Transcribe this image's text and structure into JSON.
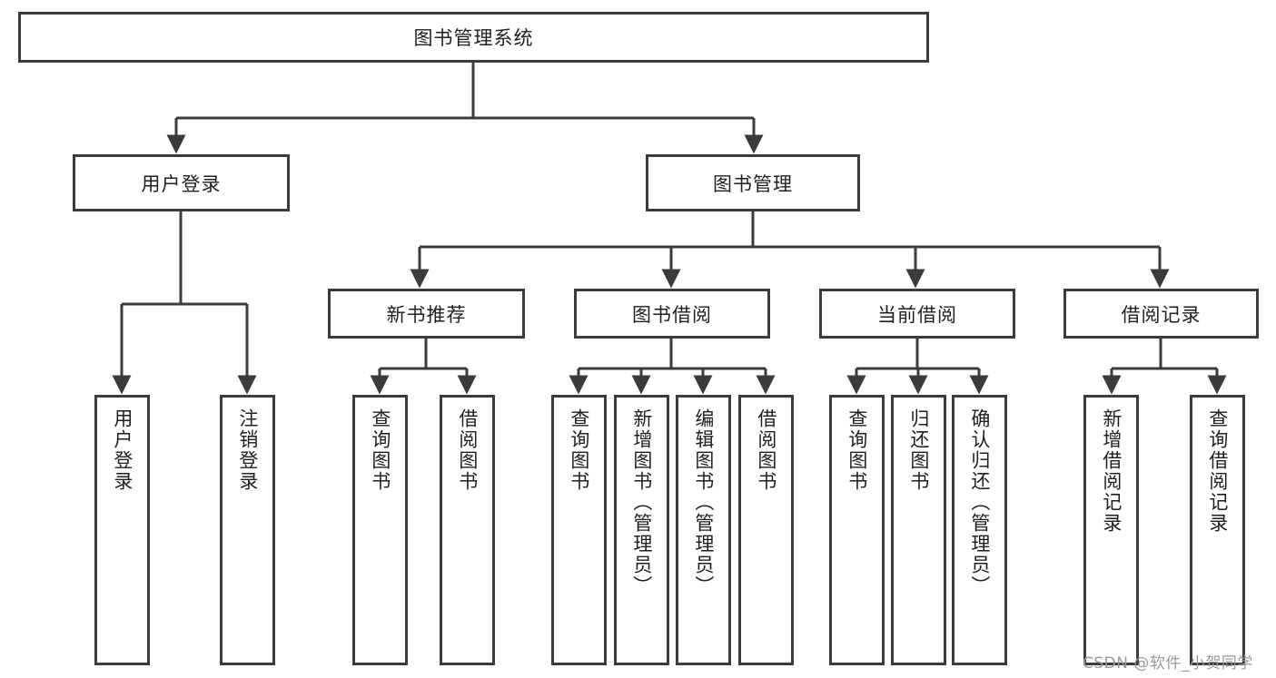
{
  "diagram": {
    "type": "hierarchy-tree",
    "title": "图书管理系统",
    "root": {
      "id": "root",
      "label": "图书管理系统"
    },
    "level2": [
      {
        "id": "user-login",
        "label": "用户登录"
      },
      {
        "id": "book-management",
        "label": "图书管理"
      }
    ],
    "level3": [
      {
        "id": "new-book-recommend",
        "label": "新书推荐",
        "parent": "book-management"
      },
      {
        "id": "book-borrow",
        "label": "图书借阅",
        "parent": "book-management"
      },
      {
        "id": "current-borrow",
        "label": "当前借阅",
        "parent": "book-management"
      },
      {
        "id": "borrow-record",
        "label": "借阅记录",
        "parent": "book-management"
      }
    ],
    "leaves": [
      {
        "id": "leaf-user-login",
        "label": "用户登录",
        "parent": "user-login"
      },
      {
        "id": "leaf-logout",
        "label": "注销登录",
        "parent": "user-login"
      },
      {
        "id": "leaf-query-book-1",
        "label": "查询图书",
        "parent": "new-book-recommend"
      },
      {
        "id": "leaf-borrow-book-1",
        "label": "借阅图书",
        "parent": "new-book-recommend"
      },
      {
        "id": "leaf-query-book-2",
        "label": "查询图书",
        "parent": "book-borrow"
      },
      {
        "id": "leaf-add-book",
        "label": "新增图书（管理员）",
        "parent": "book-borrow"
      },
      {
        "id": "leaf-edit-book",
        "label": "编辑图书（管理员）",
        "parent": "book-borrow"
      },
      {
        "id": "leaf-borrow-book-2",
        "label": "借阅图书",
        "parent": "book-borrow"
      },
      {
        "id": "leaf-query-book-3",
        "label": "查询图书",
        "parent": "current-borrow"
      },
      {
        "id": "leaf-return-book",
        "label": "归还图书",
        "parent": "current-borrow"
      },
      {
        "id": "leaf-confirm-return",
        "label": "确认归还（管理员）",
        "parent": "current-borrow"
      },
      {
        "id": "leaf-add-record",
        "label": "新增借阅记录",
        "parent": "borrow-record"
      },
      {
        "id": "leaf-query-record",
        "label": "查询借阅记录",
        "parent": "borrow-record"
      }
    ],
    "colors": {
      "stroke": "#3b3b3b",
      "fill": "#ffffff",
      "text": "#1f1f1f",
      "watermark": "#9a9a9a"
    }
  },
  "watermark": {
    "text": "CSDN @软件_小贺同学"
  }
}
